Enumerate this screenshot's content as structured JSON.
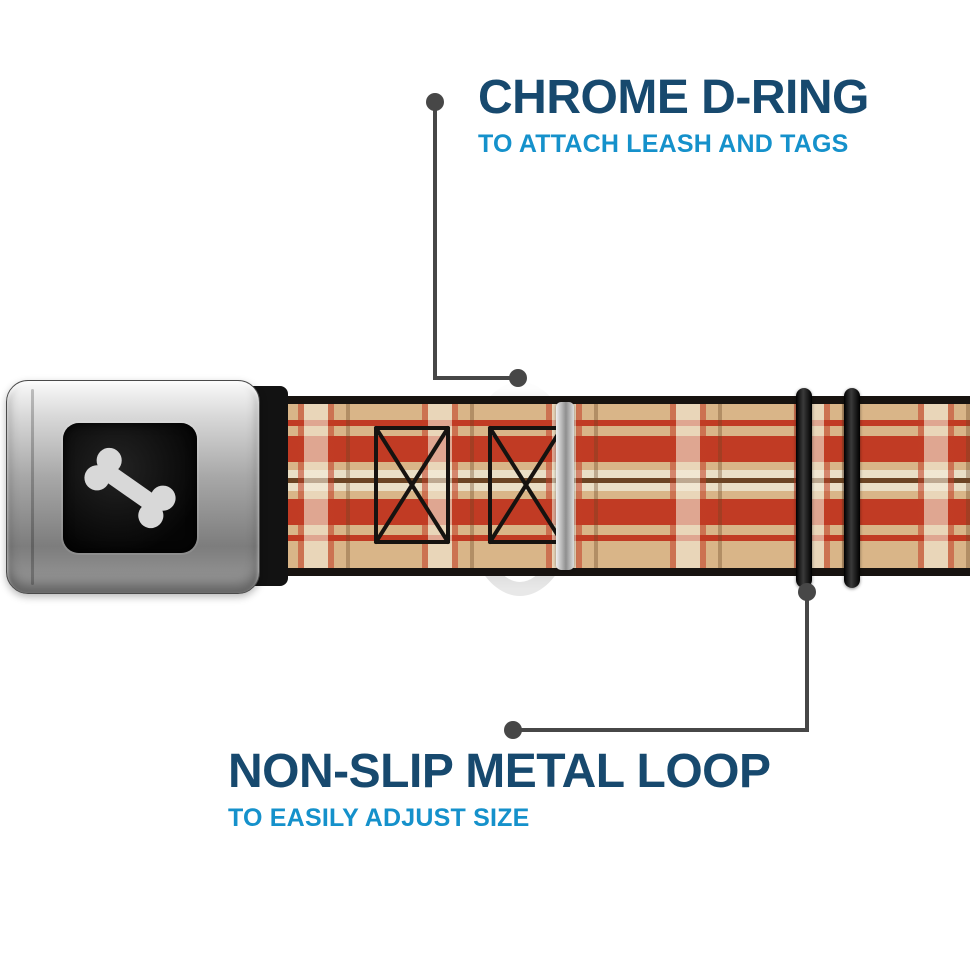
{
  "page": {
    "background": "#ffffff"
  },
  "annotations": {
    "top": {
      "title": "CHROME D-RING",
      "subtitle": "TO ATTACH LEASH AND TAGS"
    },
    "bottom": {
      "title": "NON-SLIP METAL LOOP",
      "subtitle": "TO EASILY ADJUST SIZE"
    }
  },
  "colors": {
    "title_blue": "#17496e",
    "subtitle_blue": "#1591cb",
    "callout_gray": "#474747",
    "plaid_tan": "#d9b588",
    "plaid_cream": "#eadfc6",
    "plaid_red": "#c13b24",
    "plaid_brown": "#6b4423",
    "strap_edge_black": "#171310",
    "chrome_light": "#fafafa",
    "chrome_dark": "#7d7d7d",
    "loop_black": "#111111",
    "bone_white": "#d8d8d8"
  },
  "icons": {
    "buckle_logo": "dog-bone-icon"
  },
  "product": {
    "parts": [
      "seatbelt-buckle",
      "plaid-strap",
      "chrome-d-ring",
      "non-slip-metal-loop",
      "stitch-boxes"
    ]
  }
}
